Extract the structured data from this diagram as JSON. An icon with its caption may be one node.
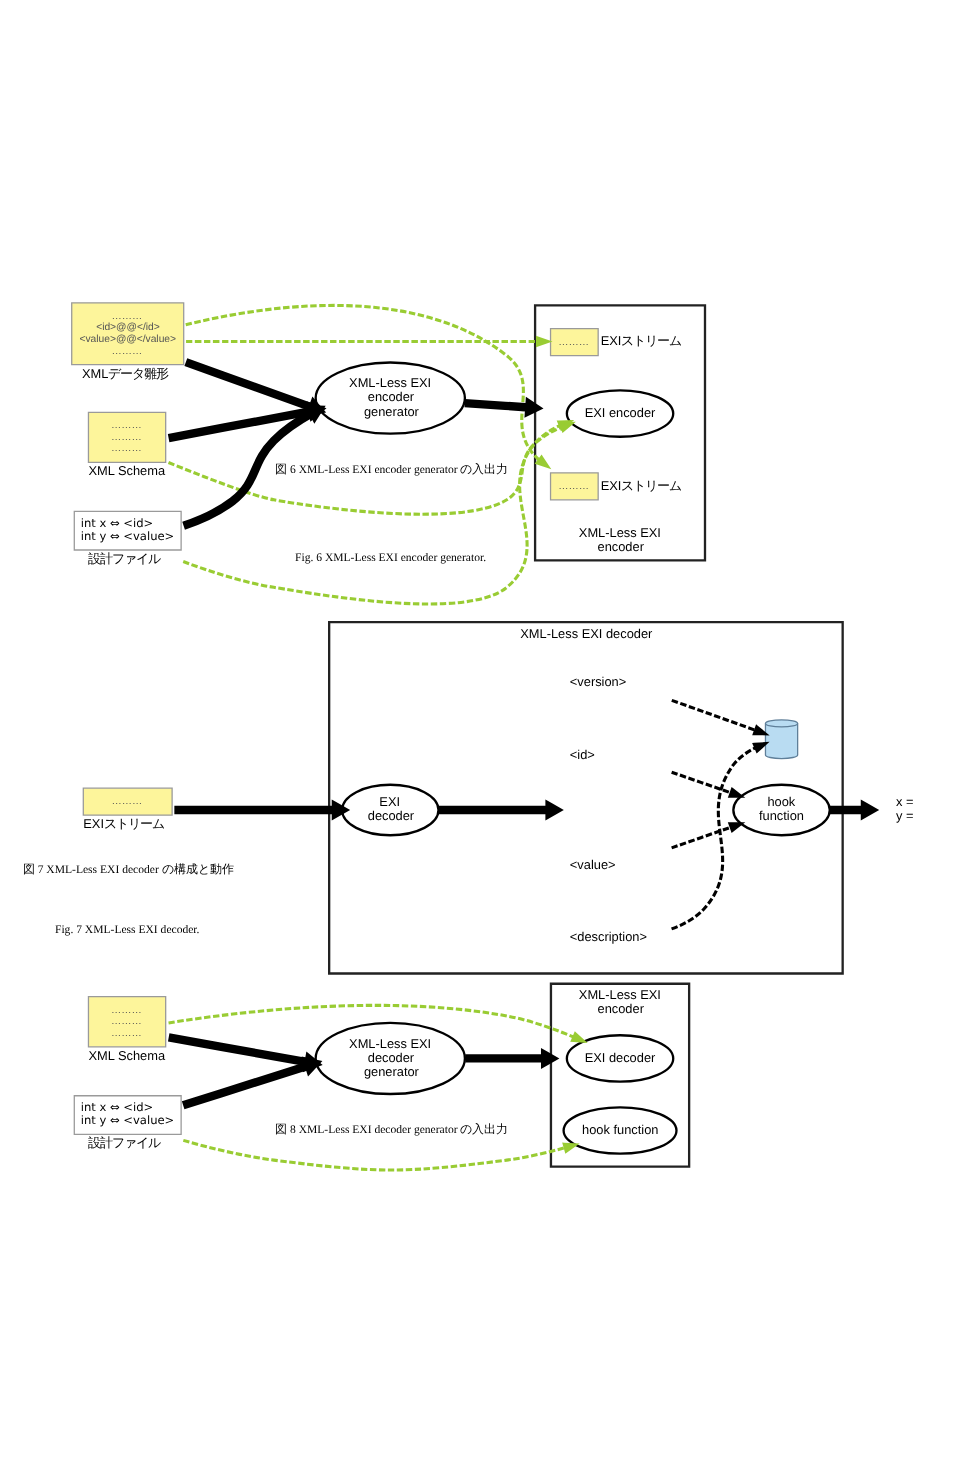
{
  "diagram": {
    "nodes": [
      {
        "text": [
          "………",
          "<id>@@</id>",
          "<value>@@</value>",
          "………"
        ],
        "beside": [
          "XMLデータ雛形"
        ]
      },
      {
        "text": [
          "………",
          "………",
          "………"
        ],
        "beside": [
          "XML Schema"
        ]
      },
      {
        "text": [
          "int x ⇔ <id>",
          "int y ⇔ <value>"
        ],
        "beside": [
          "設計ファイル"
        ]
      },
      {
        "text": [
          "XML-Less EXI encoder generator"
        ]
      },
      {
        "text": [
          "XML-Less EXI encoder"
        ]
      },
      {
        "text": [
          "………"
        ],
        "beside": [
          "EXIストリーム"
        ],
        "in": 4
      },
      {
        "text": [
          "EXI encoder"
        ],
        "in": 4
      },
      {
        "text": [
          "………"
        ],
        "beside": [
          "EXIストリーム"
        ],
        "in": 4
      },
      {
        "text": [
          "XML-Less EXI decoder"
        ]
      },
      {
        "text": [
          "………"
        ],
        "beside": [
          "EXIストリーム"
        ]
      },
      {
        "text": [
          "EXI decoder"
        ],
        "in": 8
      },
      {
        "text": [
          "<version>"
        ],
        "in": 8
      },
      {
        "text": [
          "<id>"
        ],
        "in": 8
      },
      {
        "text": [
          "<value>"
        ],
        "in": 8
      },
      {
        "text": [
          "<description>"
        ],
        "in": 8
      },
      {
        "text": [],
        "shape": "picture",
        "in": 8
      },
      {
        "text": [
          "hook function"
        ],
        "in": 8
      },
      {
        "text": [
          "x =",
          "y ="
        ]
      },
      {
        "text": [
          "………",
          "………",
          "………"
        ],
        "beside": [
          "XML Schema"
        ]
      },
      {
        "text": [
          "int x ⇔ <id>",
          "int y ⇔ <value>"
        ],
        "beside": [
          "設計ファイル"
        ]
      },
      {
        "text": [
          "XML-Less EXI decoder generator"
        ]
      },
      {
        "text": [
          "XML-Less EXI encoder"
        ]
      },
      {
        "text": [
          "EXI decoder"
        ],
        "in": 21
      },
      {
        "text": [
          "hook function"
        ],
        "in": 21
      }
    ],
    "edges": [
      {
        "from": 0,
        "to": 3,
        "arrow": "to",
        "style": "thick"
      },
      {
        "from": 1,
        "to": 3,
        "arrow": "to",
        "style": "thick"
      },
      {
        "from": 2,
        "to": 3,
        "arrow": "to",
        "style": "thick"
      },
      {
        "from": 3,
        "to": 4,
        "arrow": "to",
        "style": "thick"
      },
      {
        "from": 0,
        "to": 5,
        "arrow": "to",
        "style": "dashed",
        "color": "#99cc33"
      },
      {
        "from": 0,
        "to": 7,
        "arrow": "to",
        "style": "dashed",
        "color": "#99cc33"
      },
      {
        "from": 1,
        "to": 6,
        "arrow": "to",
        "style": "dashed",
        "color": "#99cc33"
      },
      {
        "from": 2,
        "to": 6,
        "arrow": "to",
        "style": "dashed",
        "color": "#99cc33"
      },
      {
        "from": 9,
        "to": 10,
        "arrow": "to",
        "style": "thick"
      },
      {
        "from": 10,
        "to": null,
        "arrow": "to",
        "style": "thick"
      },
      {
        "from": 11,
        "to": 15,
        "arrow": "to",
        "style": "dashed"
      },
      {
        "from": 12,
        "to": 16,
        "arrow": "to",
        "style": "dashed"
      },
      {
        "from": 13,
        "to": 16,
        "arrow": "to",
        "style": "dashed"
      },
      {
        "from": 14,
        "to": 15,
        "arrow": "to",
        "style": "dashed"
      },
      {
        "from": 16,
        "to": 17,
        "arrow": "to",
        "style": "thick"
      },
      {
        "from": 18,
        "to": 20,
        "arrow": "to",
        "style": "thick"
      },
      {
        "from": 19,
        "to": 20,
        "arrow": "to",
        "style": "thick"
      },
      {
        "from": 20,
        "to": 21,
        "arrow": "to",
        "style": "thick"
      },
      {
        "from": 18,
        "to": 22,
        "arrow": "to",
        "style": "dashed",
        "color": "#99cc33"
      },
      {
        "from": 19,
        "to": 23,
        "arrow": "to",
        "style": "dashed",
        "color": "#99cc33"
      }
    ],
    "labels": [
      "図 6 XML-Less EXI encoder generator の入出力",
      "Fig. 6 XML-Less EXI encoder generator.",
      "図 7 XML-Less EXI decoder の構成と動作",
      "Fig. 7 XML-Less EXI decoder.",
      "図 8 XML-Less EXI decoder generator の入出力"
    ]
  }
}
